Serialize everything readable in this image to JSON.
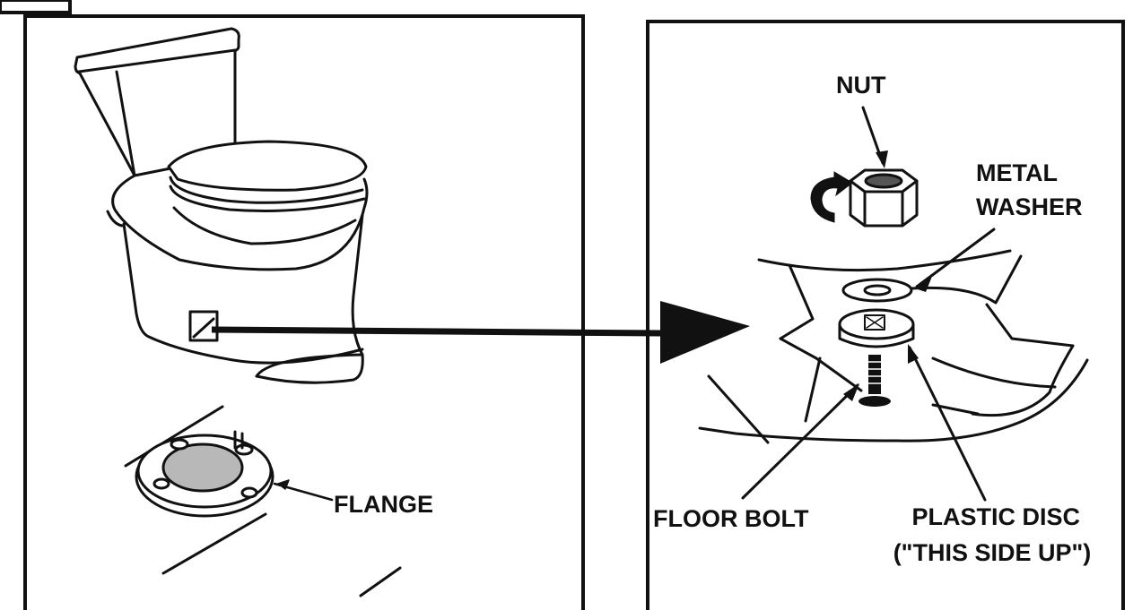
{
  "step_tab": "",
  "left_panel": {
    "flange_label": "FLANGE"
  },
  "right_panel": {
    "nut_label": "NUT",
    "metal_washer_label": [
      "METAL",
      "WASHER"
    ],
    "floor_bolt_label": "FLOOR BOLT",
    "plastic_disc_label": [
      "PLASTIC DISC",
      "(\"THIS SIDE UP\")"
    ]
  },
  "colors": {
    "ink": "#111111",
    "flange_center": "#b8b8b8",
    "background": "#ffffff"
  },
  "icons": [
    "toilet-illustration",
    "flange-illustration",
    "nut-illustration",
    "rotate-arrow-icon",
    "washer-illustration",
    "plastic-disc-illustration",
    "floor-bolt-illustration",
    "callout-arrow"
  ]
}
